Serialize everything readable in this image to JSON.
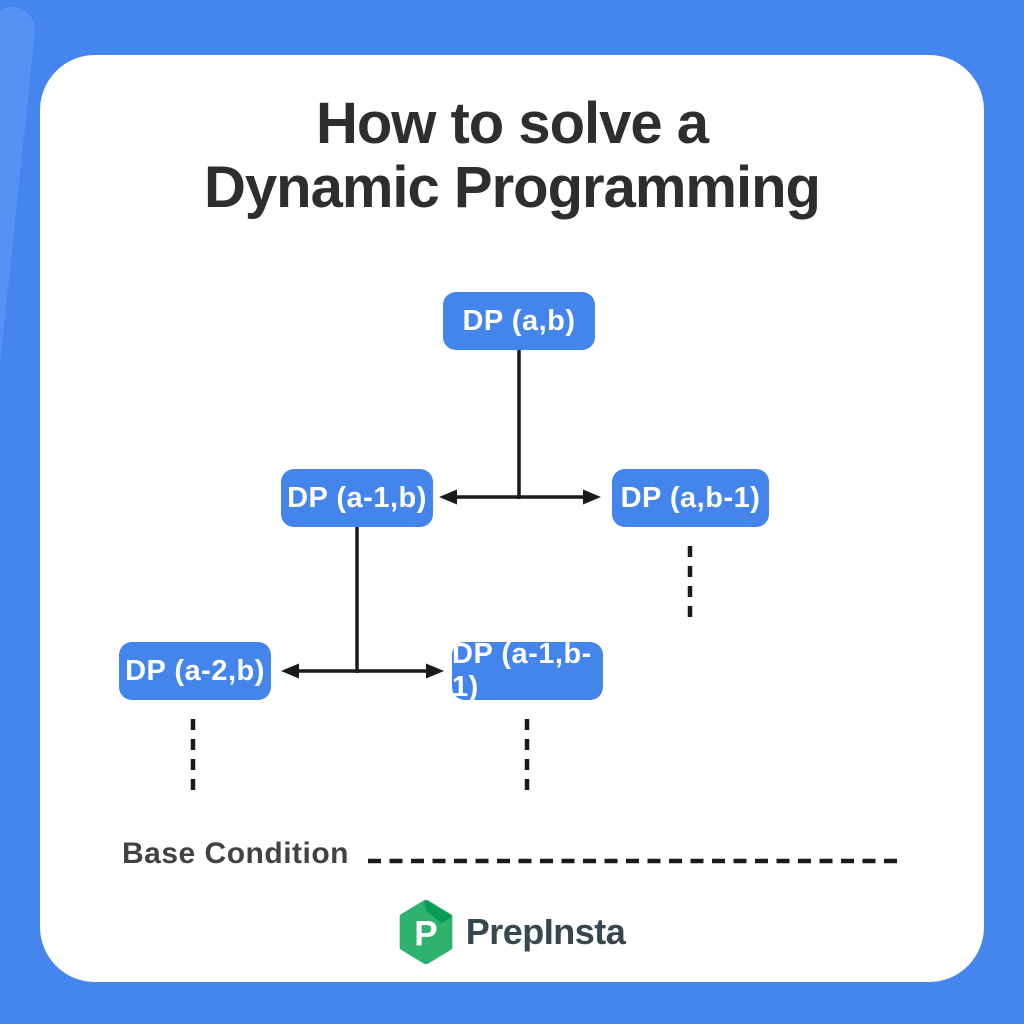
{
  "title": {
    "line1": "How to solve a",
    "line2": "Dynamic Programming"
  },
  "nodes": [
    {
      "id": "dp_ab",
      "label": "DP (a,b)"
    },
    {
      "id": "dp_a1_b",
      "label": "DP (a-1,b)"
    },
    {
      "id": "dp_a_b1",
      "label": "DP (a,b-1)"
    },
    {
      "id": "dp_a2_b",
      "label": "DP (a-2,b)"
    },
    {
      "id": "dp_a1_b1",
      "label": "DP (a-1,b-1)"
    }
  ],
  "edges": [
    {
      "from": "DP (a,b)",
      "to": [
        "DP (a-1,b)",
        "DP (a,b-1)"
      ],
      "style": "solid-double-arrow"
    },
    {
      "from": "DP (a-1,b)",
      "to": [
        "DP (a-2,b)",
        "DP (a-1,b-1)"
      ],
      "style": "solid-double-arrow"
    },
    {
      "from": "DP (a,b-1)",
      "continuation": "dashed"
    },
    {
      "from": "DP (a-2,b)",
      "continuation": "dashed"
    },
    {
      "from": "DP (a-1,b-1)",
      "continuation": "dashed"
    }
  ],
  "base_condition": {
    "label": "Base Condition"
  },
  "logo": {
    "monogram": "P",
    "text": "PrepInsta"
  },
  "colors": {
    "background": "#4486EE",
    "left_edge_accent": "#5493F3",
    "card": "#FFFFFF",
    "node_fill": "#4485EC",
    "node_text": "#FFFFFF",
    "title_text": "#2E2E2E",
    "line": "#1A1A1A",
    "logo_green": "#2EB26E",
    "logo_green_dark": "#0C9B57",
    "logo_text": "#37474F"
  }
}
